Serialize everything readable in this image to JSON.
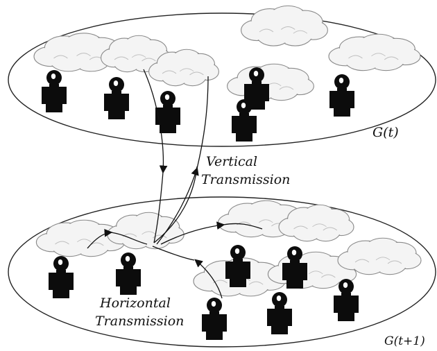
{
  "layers": [
    {
      "label": "G(t)"
    },
    {
      "label": "G(t+1)"
    }
  ],
  "vertical": {
    "line1": "Vertical",
    "line2": "Transmission"
  },
  "horizontal": {
    "line1": "Horizontal",
    "line2": "Transmission"
  },
  "colors": {
    "person": "#0c0c0c",
    "cloud_fill": "#f4f4f4",
    "cloud_stroke": "#8a8a8a",
    "ellipse_stroke": "#222222",
    "arrow": "#111111"
  }
}
